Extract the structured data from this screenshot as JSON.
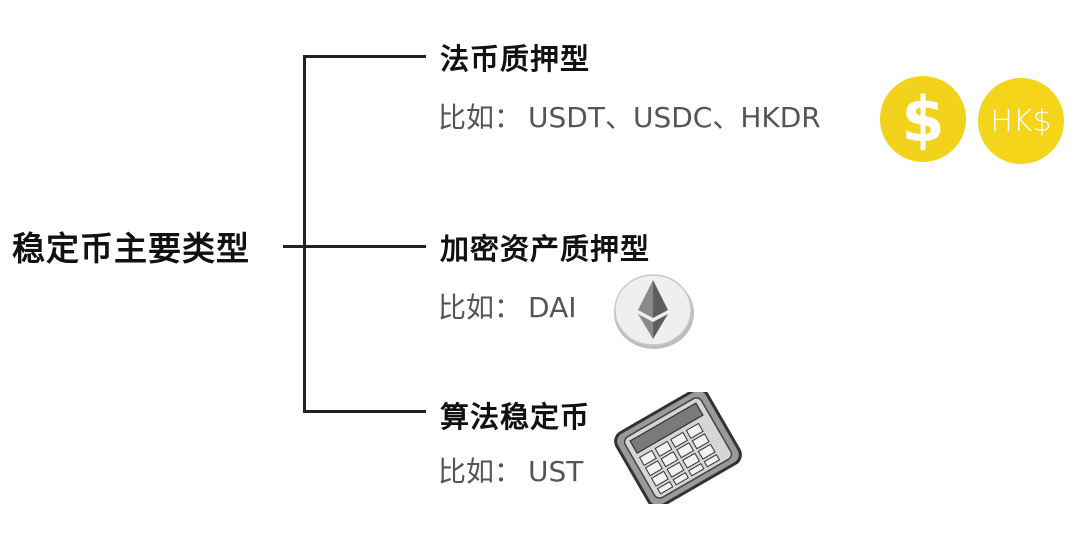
{
  "root": {
    "label": "稳定币主要类型"
  },
  "branches": [
    {
      "title": "法币质押型",
      "prefix": "比如：",
      "examples": "USDT、USDC、HKDR"
    },
    {
      "title": "加密资产质押型",
      "prefix": "比如：",
      "examples": "DAI"
    },
    {
      "title": "算法稳定币",
      "prefix": "比如：",
      "examples": "UST"
    }
  ],
  "icons": {
    "usd_coin": {
      "symbol": "$",
      "color": "#f2d21b"
    },
    "hkd_coin": {
      "symbol": "HK$",
      "color": "#f4d51a"
    },
    "eth_coin": {
      "name": "ethereum-icon"
    },
    "calculator": {
      "name": "calculator-icon"
    }
  }
}
